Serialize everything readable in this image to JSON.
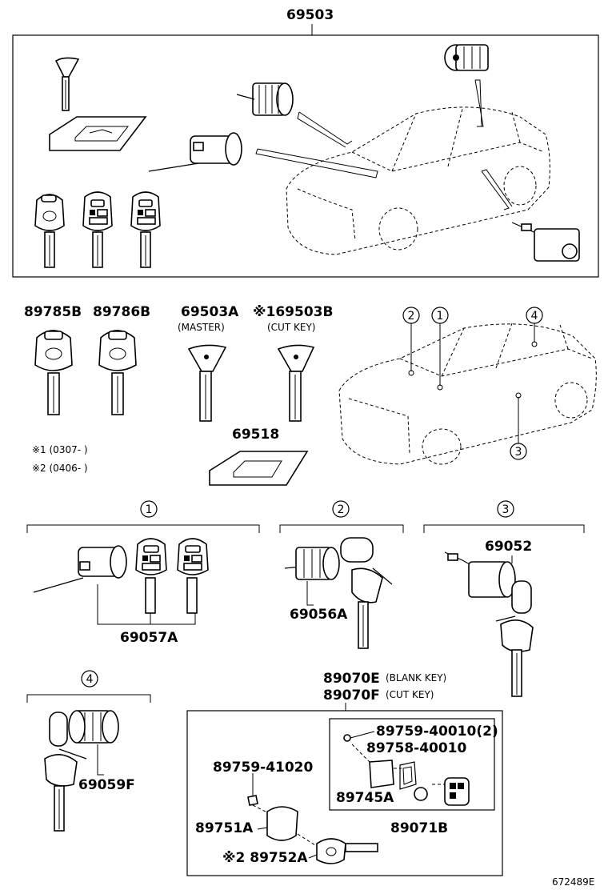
{
  "labels": {
    "top_assembly": "69503",
    "key_master_a": "89785B",
    "key_master_b": "89786B",
    "key_69503a": "69503A",
    "key_69503a_sub": "(MASTER)",
    "key_69503b": "※169503B",
    "key_69503b_sub": "(CUT KEY)",
    "plate": "69518",
    "note_1": "※1 (0307-      )",
    "note_2": "※2 (0406-      )",
    "group_1_part": "69057A",
    "group_2_part": "69056A",
    "group_3_part": "69052",
    "group_4_part": "69059F",
    "blank_key_code": "89070E",
    "blank_key_sub": "(BLANK KEY)",
    "cut_key_code": "89070F",
    "cut_key_sub": "(CUT KEY)",
    "screw_2": "89759-40010(2)",
    "plate_case": "89758-40010",
    "screw_1": "89759-41020",
    "transmitter_case": "89745A",
    "transmitter_assy": "89071B",
    "housing": "89751A",
    "key_head": "※2 89752A",
    "figure_id": "672489E"
  },
  "callouts": [
    "1",
    "2",
    "3",
    "4"
  ]
}
